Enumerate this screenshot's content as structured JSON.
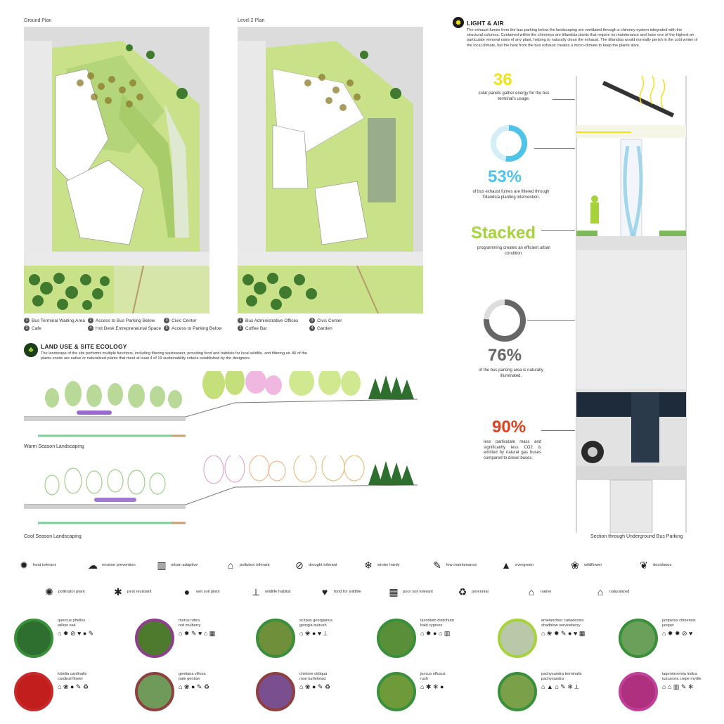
{
  "plans": {
    "ground_title": "Ground Plan",
    "level2_title": "Level 2 Plan",
    "ground_legend": [
      {
        "n": "1",
        "label": "Bus Terminal Waiting Area"
      },
      {
        "n": "2",
        "label": "Access to Bus Parking Below"
      },
      {
        "n": "3",
        "label": "Civic Center"
      },
      {
        "n": "3",
        "label": "Cafe"
      },
      {
        "n": "4",
        "label": "Hot Desk Entrepreneurial Space"
      },
      {
        "n": "5",
        "label": "Access to Parking Below"
      }
    ],
    "level2_legend": [
      {
        "n": "1",
        "label": "Bus Administrative Offices"
      },
      {
        "n": "3",
        "label": "Civic Center"
      },
      {
        "n": "2",
        "label": "Coffee Bar"
      },
      {
        "n": "4",
        "label": "Garden"
      }
    ]
  },
  "land_use": {
    "title": "LAND USE & SITE ECOLOGY",
    "text": "The landscape of the site performs multiple functions, including filtering wastewater, providing food and habitats for local wildlife, and filtering air. All of the plants onsite are native or naturalized plants that meet at least 4 of 19 sustainability criteria established by the designers.",
    "warm_label": "Warm Season Landscaping",
    "cool_label": "Cool Season Landscaping"
  },
  "light_air": {
    "title": "LIGHT & AIR",
    "text": "The exhaust fumes from the bus parking below the landscaping are ventilated through a chimney system integrated with the structural columns. Contained within the chimneys are tillandsia plants that require no maintenance and have one of the highest air particulate removal rates of any plant, helping to naturally clean the exhaust. The tillandsia would normally perish in the cold winter of the local climate, but the heat from the bus exhaust creates a micro-climate to keep the plants alive.",
    "section_label": "Section through Underground Bus Parking"
  },
  "stats": [
    {
      "value": "36",
      "caption": "solar panels gather energy for the bus terminal's usage.",
      "color": "#f2e21b"
    },
    {
      "value": "53%",
      "caption": "of bus exhaust fumes are filtered through Tillandsia planting intervention.",
      "color": "#4fc3e8",
      "ring": 0.53
    },
    {
      "value": "Stacked",
      "caption": "programming creates an efficient urban condition.",
      "color": "#a6d23c"
    },
    {
      "value": "76%",
      "caption": "of the bus parking area is naturally illuminated.",
      "color": "#666666",
      "ring": 0.76
    },
    {
      "value": "90%",
      "caption": "less particulate mass and significantly less CO2 is emitted by natural gas buses compared to diesel buses.",
      "color": "#e2401f"
    }
  ],
  "criteria": [
    {
      "icon": "sun-icon",
      "glyph": "✹",
      "label": "heat tolerant"
    },
    {
      "icon": "cloud-rain-icon",
      "glyph": "☁",
      "label": "erosion prevention"
    },
    {
      "icon": "buildings-icon",
      "glyph": "▥",
      "label": "urban adaptive"
    },
    {
      "icon": "factory-icon",
      "glyph": "⌂",
      "label": "pollution tolerant"
    },
    {
      "icon": "no-drop-icon",
      "glyph": "⊘",
      "label": "drought tolerant"
    },
    {
      "icon": "snowflake-icon",
      "glyph": "❄",
      "label": "winter hardy"
    },
    {
      "icon": "wrench-icon",
      "glyph": "✎",
      "label": "low maintenance"
    },
    {
      "icon": "evergreen-icon",
      "glyph": "▲",
      "label": "evergreen"
    },
    {
      "icon": "tulip-icon",
      "glyph": "❀",
      "label": "wildflower"
    },
    {
      "icon": "oak-leaf-icon",
      "glyph": "❦",
      "label": "deciduous"
    },
    {
      "icon": "bee-icon",
      "glyph": "✺",
      "label": "pollinator plant"
    },
    {
      "icon": "bug-icon",
      "glyph": "✱",
      "label": "pest resistant"
    },
    {
      "icon": "drops-icon",
      "glyph": "●",
      "label": "wet soil plant"
    },
    {
      "icon": "bird-track-icon",
      "glyph": "⟂",
      "label": "wildlife habitat"
    },
    {
      "icon": "berry-icon",
      "glyph": "♥",
      "label": "food for wildlife"
    },
    {
      "icon": "cracked-soil-icon",
      "glyph": "▦",
      "label": "poor soil tolerant"
    },
    {
      "icon": "recycle-icon",
      "glyph": "♻",
      "label": "perennial"
    },
    {
      "icon": "house-icon",
      "glyph": "⌂",
      "label": "native"
    },
    {
      "icon": "house-outline-icon",
      "glyph": "⌂",
      "label": "naturalized"
    }
  ],
  "plants": [
    {
      "sci": "quercus phellos",
      "common": "willow oak",
      "ring": "#3a8f3a",
      "fill": "#2e6e2e",
      "icons": "⌂ ✹ ⊘ ♥ ● ✎"
    },
    {
      "sci": "morus rubra",
      "common": "red mulberry",
      "ring": "#8e3f8e",
      "fill": "#4e7a2e",
      "icons": "⌂ ✹ ✎ ♥ ⌂ ▦"
    },
    {
      "sci": "scirpus georgianus",
      "common": "georgia bulrush",
      "ring": "#3a8f3a",
      "fill": "#6f8f3a",
      "icons": "⌂ ❀ ● ♥ ⟂"
    },
    {
      "sci": "taxodium distichum",
      "common": "bald cypress",
      "ring": "#3a8f3a",
      "fill": "#5a8f3a",
      "icons": "⌂ ✹ ● ⌂ ▥"
    },
    {
      "sci": "amelanchier canadensis",
      "common": "shadblow serviceberry",
      "ring": "#a6d23c",
      "fill": "#b8c8a8",
      "icons": "⌂ ❀ ✹ ✎ ● ♥ ▦"
    },
    {
      "sci": "juniperus chinensis",
      "common": "juniper",
      "ring": "#3a8f3a",
      "fill": "#6aa05a",
      "icons": "⌂ ✹ ✹ ⊘ ♥"
    },
    {
      "sci": "lobelia cardinalis",
      "common": "cardinal flower",
      "ring": "#c62a2a",
      "fill": "#c21e1e",
      "icons": "⌂ ❀ ● ✎ ♻"
    },
    {
      "sci": "gentiana villosa",
      "common": "pale gentian",
      "ring": "#8e3f3f",
      "fill": "#6f9a5a",
      "icons": "⌂ ❀ ● ✎ ♻"
    },
    {
      "sci": "chelone obliqua",
      "common": "rose turtlehead",
      "ring": "#8e3f3f",
      "fill": "#7a4f8f",
      "icons": "⌂ ❀ ● ✎ ♻"
    },
    {
      "sci": "juncus effusus",
      "common": "rush",
      "ring": "#3a8f3a",
      "fill": "#6f9a3a",
      "icons": "⌂ ✱ ❄ ●"
    },
    {
      "sci": "pachysandra terminalis",
      "common": "pachysandra",
      "ring": "#3a8f3a",
      "fill": "#7aa04a",
      "icons": "⌂ ▲ ⌂ ✎ ❄ ⟂"
    },
    {
      "sci": "lagerstroemia indica",
      "common": "tuscarora crepe myrtle",
      "ring": "#c2409a",
      "fill": "#b03080",
      "icons": "⌂ ⌂ ▥ ✎ ❄"
    }
  ]
}
